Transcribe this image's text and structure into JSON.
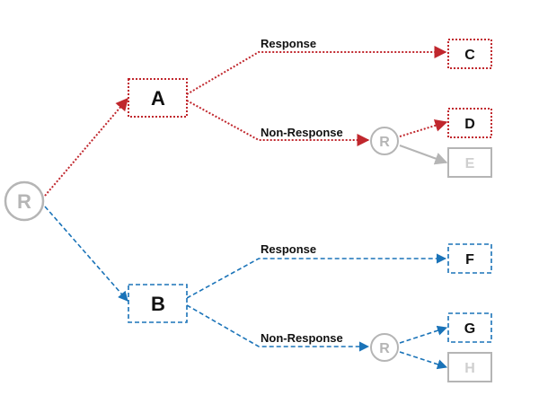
{
  "colors": {
    "red": "#c0272d",
    "blue": "#1a73b8",
    "gray": "#b5b5b5",
    "text": "#111111"
  },
  "nodes": {
    "root": "R",
    "a": "A",
    "b": "B",
    "c": "C",
    "d": "D",
    "e": "E",
    "f": "F",
    "g": "G",
    "h": "H",
    "r_red": "R",
    "r_blue": "R"
  },
  "edges": {
    "a_response": "Response",
    "a_nonresponse": "Non-Response",
    "b_response": "Response",
    "b_nonresponse": "Non-Response"
  }
}
